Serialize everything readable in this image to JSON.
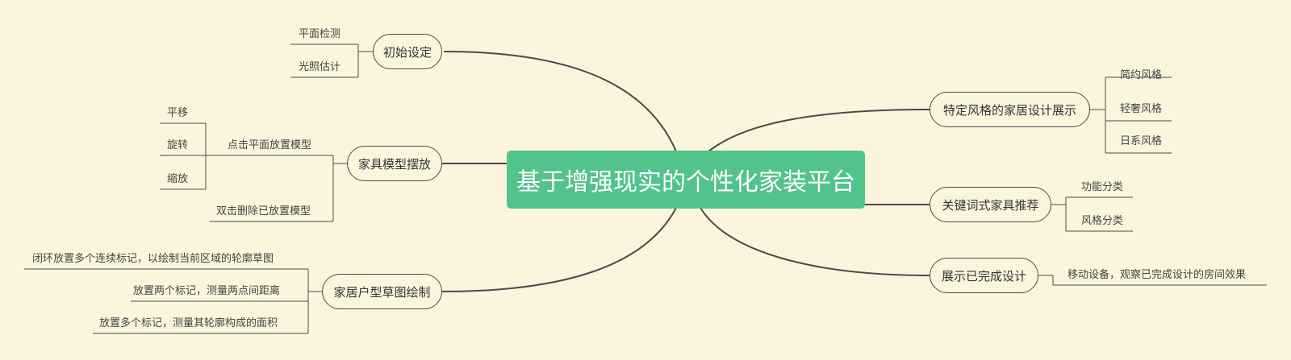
{
  "title": "基于增强现实的个性化家装平台",
  "left": {
    "initial": {
      "label": "初始设定",
      "children": [
        "平面检测",
        "光照估计"
      ]
    },
    "furniture": {
      "label": "家具模型摆放",
      "place": {
        "label": "点击平面放置模型",
        "children": [
          "平移",
          "旋转",
          "缩放"
        ]
      },
      "delete": "双击删除已放置模型"
    },
    "sketch": {
      "label": "家居户型草图绘制",
      "children": [
        "闭环放置多个连续标记，以绘制当前区域的轮廓草图",
        "放置两个标记，测量两点间距离",
        "放置多个标记，测量其轮廓构成的面积"
      ]
    }
  },
  "right": {
    "style": {
      "label": "特定风格的家居设计展示",
      "children": [
        "简约风格",
        "轻奢风格",
        "日系风格"
      ]
    },
    "keyword": {
      "label": "关键词式家具推荐",
      "children": [
        "功能分类",
        "风格分类"
      ]
    },
    "show": {
      "label": "展示已完成设计",
      "children": [
        "移动设备，观察已完成设计的房间效果"
      ]
    }
  },
  "colors": {
    "background": "#fbf5de",
    "root": "#52c38b",
    "line": "#4a4a4a"
  }
}
